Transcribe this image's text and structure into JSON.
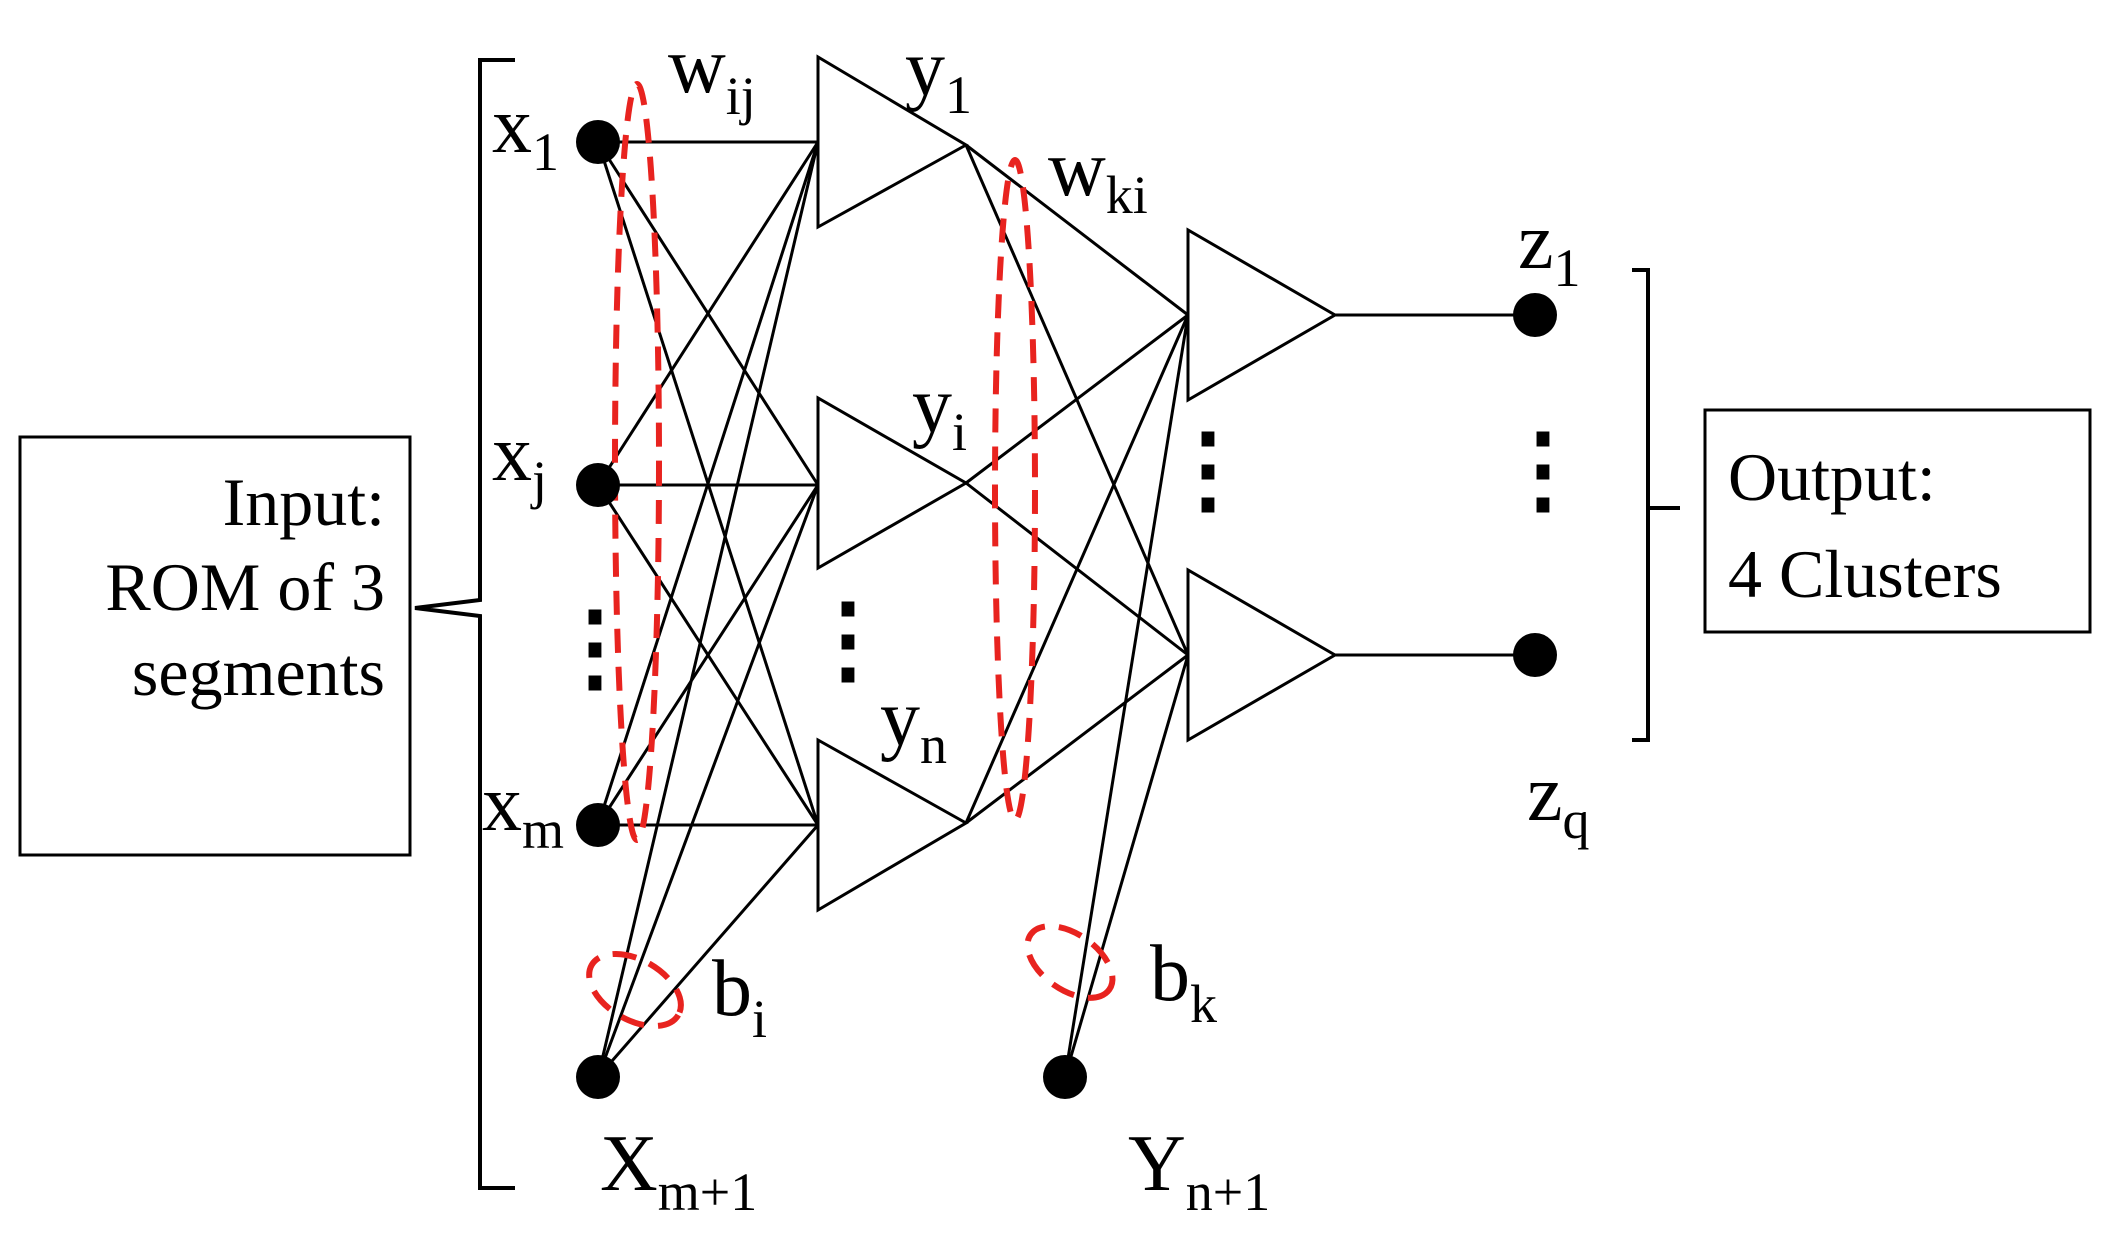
{
  "input_box": {
    "line1": "Input:",
    "line2": "ROM of 3",
    "line3": "segments"
  },
  "output_box": {
    "line1": "Output:",
    "line2": "4 Clusters"
  },
  "labels": {
    "x1": {
      "main": "x",
      "sub": "1"
    },
    "xj": {
      "main": "x",
      "sub": "j"
    },
    "xm": {
      "main": "x",
      "sub": "m"
    },
    "xbias": {
      "main": "X",
      "sub": "m+1"
    },
    "y1": {
      "main": "y",
      "sub": "1"
    },
    "yi": {
      "main": "y",
      "sub": "i"
    },
    "yn": {
      "main": "y",
      "sub": "n"
    },
    "ybias": {
      "main": "Y",
      "sub": "n+1"
    },
    "z1": {
      "main": "z",
      "sub": "1"
    },
    "zq": {
      "main": "z",
      "sub": "q"
    },
    "wij": {
      "main": "w",
      "sub": "ij"
    },
    "wki": {
      "main": "w",
      "sub": "ki"
    },
    "bi": {
      "main": "b",
      "sub": "i"
    },
    "bk": {
      "main": "b",
      "sub": "k"
    }
  },
  "ellipsis": "⋮",
  "colors": {
    "line": "#000000",
    "highlight": "#e8231f"
  }
}
